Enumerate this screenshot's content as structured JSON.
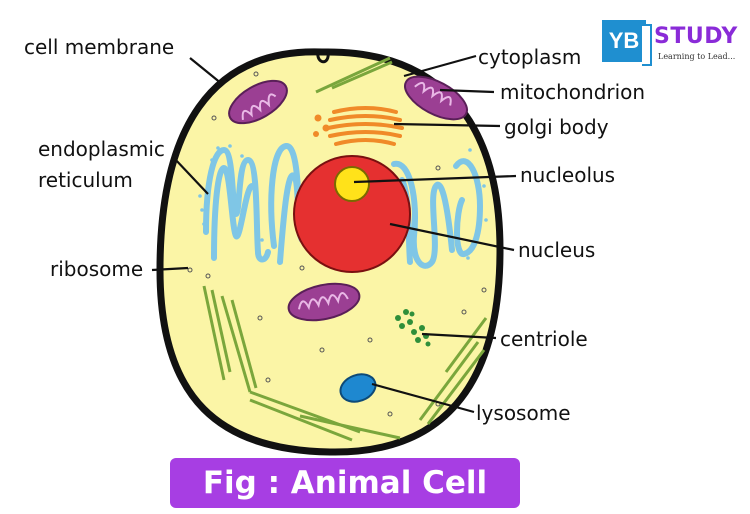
{
  "logo": {
    "mark": "YB",
    "brand": "STUDY",
    "tagline": "Learning to Lead..."
  },
  "labels": {
    "cell_membrane": "cell membrane",
    "cytoplasm": "cytoplasm",
    "mitochondrion": "mitochondrion",
    "golgi_body": "golgi body",
    "endoplasmic_line1": "endoplasmic",
    "endoplasmic_line2": "reticulum",
    "nucleolus": "nucleolus",
    "nucleus": "nucleus",
    "ribosome": "ribosome",
    "centriole": "centriole",
    "lysosome": "lysosome"
  },
  "caption": "Fig : Animal Cell",
  "colors": {
    "cytoplasm": "#fbf5a6",
    "membrane": "#111111",
    "nucleus": "#e53030",
    "nucleolus": "#ffe21a",
    "er": "#7fc6e6",
    "golgi": "#f08a28",
    "mitochondrion": "#9b3f93",
    "lysosome": "#1e88d0",
    "filament": "#7aa63c",
    "caption_bg": "#a73ee3"
  }
}
